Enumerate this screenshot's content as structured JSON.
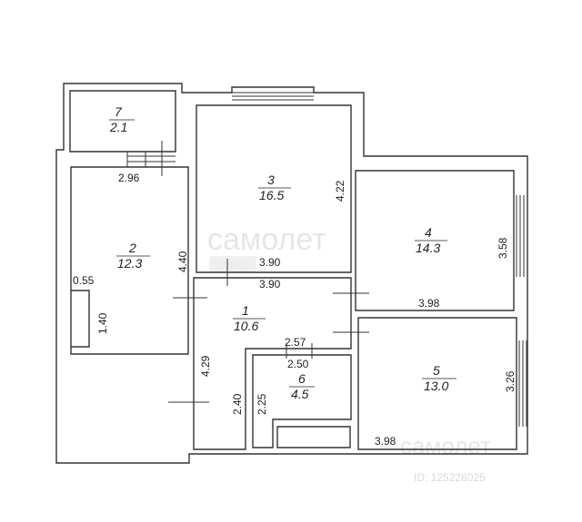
{
  "rooms": [
    {
      "id": "7",
      "area": "2.1"
    },
    {
      "id": "2",
      "area": "12.3"
    },
    {
      "id": "3",
      "area": "16.5"
    },
    {
      "id": "4",
      "area": "14.3"
    },
    {
      "id": "1",
      "area": "10.6"
    },
    {
      "id": "6",
      "area": "4.5"
    },
    {
      "id": "5",
      "area": "13.0"
    }
  ],
  "dimensions": {
    "d_2_96": "2.96",
    "d_4_22": "4.22",
    "d_4_40": "4.40",
    "d_3_90_top": "3.90",
    "d_3_90_bottom": "3.90",
    "d_3_58": "3.58",
    "d_0_55": "0.55",
    "d_1_40": "1.40",
    "d_3_98_top": "3.98",
    "d_2_57": "2.57",
    "d_2_50": "2.50",
    "d_4_29": "4.29",
    "d_2_40": "2.40",
    "d_2_25": "2.25",
    "d_3_26": "3.26",
    "d_3_98_bottom": "3.98"
  },
  "watermark": {
    "brand": "самолет",
    "sub": "плюс",
    "listing_id": "ID: 125228025"
  }
}
